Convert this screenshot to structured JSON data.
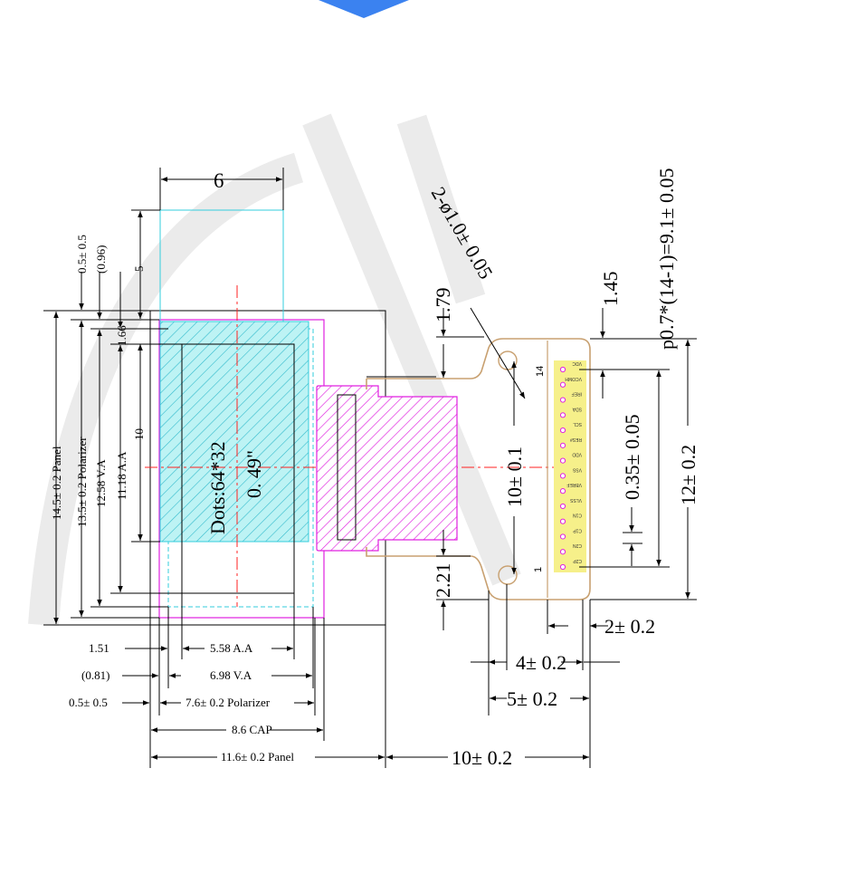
{
  "colors": {
    "cyan": "#33ccdd",
    "magenta": "#e020e0",
    "copper": "#c8a070",
    "pad_yellow": "#f6f08a",
    "watermark": "#e8e8e8",
    "banner": "#3b82f0",
    "center_line": "#ff2020"
  },
  "display": {
    "dots_label": "Dots:64*32",
    "size_label": "0. 49\""
  },
  "top_dims": {
    "width_6": "6",
    "offset_05": "0.5± 0.5",
    "ref_096": "(0.96)",
    "five": "5",
    "one_66": "1.66",
    "ten": "10"
  },
  "left_dims": {
    "panel": "14.5± 0.2 Panel",
    "polarizer": "13.5± 0.2 Polarizer",
    "va": "12.58 V.A",
    "aa": "11.18 A.A"
  },
  "bottom_dims": {
    "d151": "1.51",
    "d081": "(0.81)",
    "d05": "0.5± 0.5",
    "aa": "5.58 A.A",
    "va": "6.98 V.A",
    "polarizer": "7.6± 0.2 Polarizer",
    "cap": "8.6 CAP",
    "panel": "11.6± 0.2 Panel",
    "fpc_len": "10± 0.2"
  },
  "fpc_dims": {
    "d179": "1.79",
    "d221": "2.21",
    "hole": "2-ø1.0± 0.05",
    "d10_01": "10± 0.1",
    "d145": "1.45",
    "pitch": "p0.7*(14-1)=9.1± 0.05",
    "pad_w": "0.35± 0.05",
    "d12": "12± 0.2",
    "d2": "2± 0.2",
    "d4": "4± 0.2",
    "d5": "5± 0.2"
  },
  "connector": {
    "pin_first": "1",
    "pin_last": "14",
    "pins": [
      "VDC",
      "VCOMH",
      "IREF",
      "SDA",
      "SCL",
      "RES#",
      "VDD",
      "VSS",
      "VBREF",
      "VLSS",
      "C1N",
      "C1P",
      "C2N",
      "C2P"
    ]
  }
}
